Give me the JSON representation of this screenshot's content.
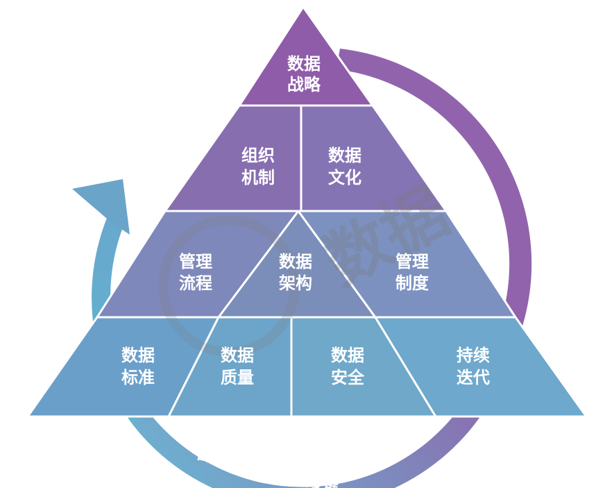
{
  "pyramid": {
    "tier1": {
      "strategy": [
        "数据",
        "战略"
      ]
    },
    "tier2": {
      "organization": [
        "组织",
        "机制"
      ],
      "culture": [
        "数据",
        "文化"
      ]
    },
    "tier3": {
      "process": [
        "管理",
        "流程"
      ],
      "architecture": [
        "数据",
        "架构"
      ],
      "policy": [
        "管理",
        "制度"
      ]
    },
    "tier4": {
      "standards": [
        "数据",
        "标准"
      ],
      "quality": [
        "数据",
        "质量"
      ],
      "security": [
        "数据",
        "安全"
      ],
      "iteration": [
        "持续",
        "迭代"
      ]
    }
  },
  "cycle_label": "自我驱动、可持续发展",
  "watermark": {
    "text": "数据"
  },
  "colors": {
    "top": "#8e5aa8",
    "upper_mid": "#8872b0",
    "lower_mid": "#7f8fbc",
    "bottom": "#6fa4c6",
    "loop_purple": "#9564ad",
    "loop_blue": "#69b4d2"
  }
}
